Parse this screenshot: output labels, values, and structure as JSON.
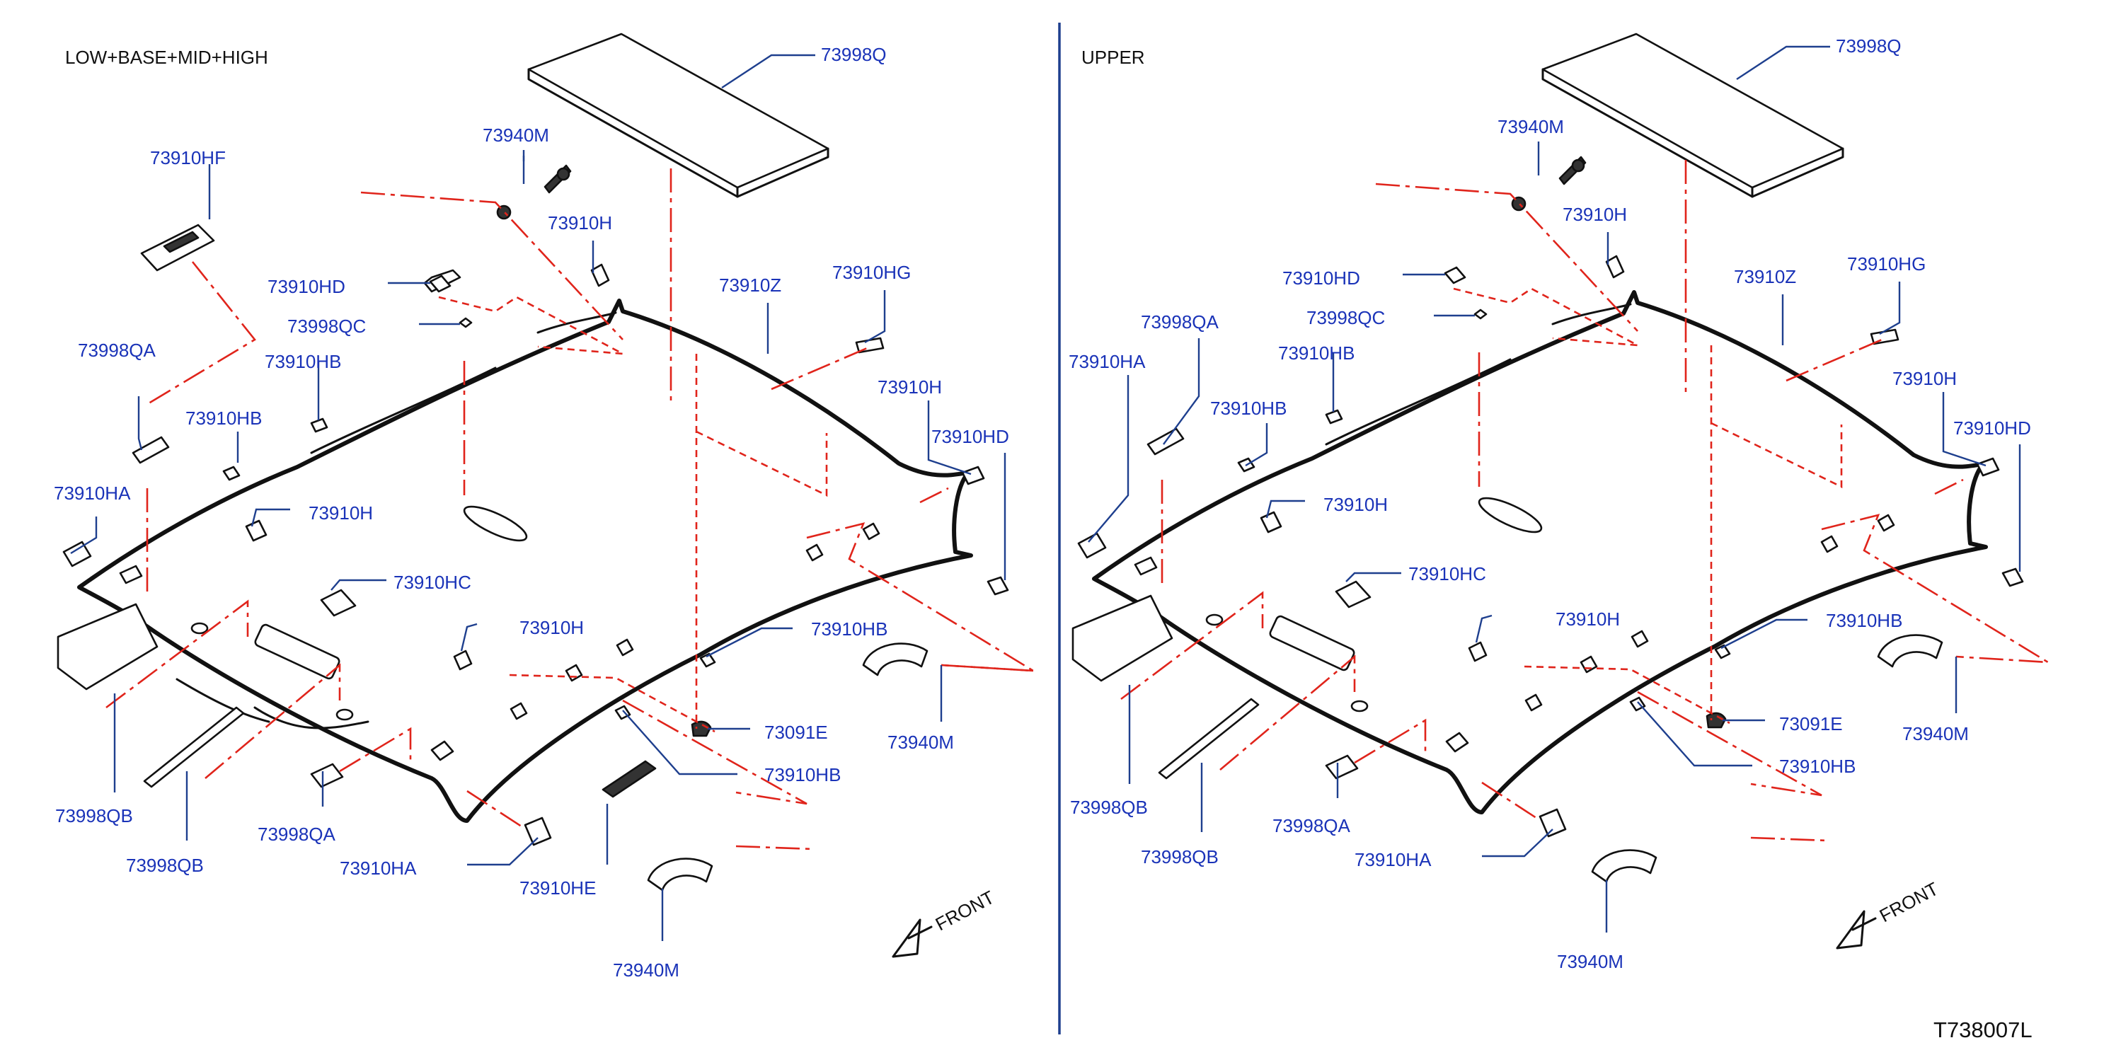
{
  "diagram_code": "T738007L",
  "front_label": "FRONT",
  "panels": {
    "left": {
      "title": "LOW+BASE+MID+HIGH",
      "labels": {
        "l_73998Q": "73998Q",
        "l_73940M_top": "73940M",
        "l_73910HF": "73910HF",
        "l_73910H_top": "73910H",
        "l_73910Z": "73910Z",
        "l_73910HG": "73910HG",
        "l_73910HD_top": "73910HD",
        "l_73998QC": "73998QC",
        "l_73998QA_top": "73998QA",
        "l_73910HB_a": "73910HB",
        "l_73910HB_b": "73910HB",
        "l_73910H_right": "73910H",
        "l_73910HD_right": "73910HD",
        "l_73910HA_top": "73910HA",
        "l_73910H_mid": "73910H",
        "l_73910HC": "73910HC",
        "l_73910H_low": "73910H",
        "l_73910HB_right": "73910HB",
        "l_73091E": "73091E",
        "l_73940M_right": "73940M",
        "l_73910HB_low": "73910HB",
        "l_73998QB_a": "73998QB",
        "l_73998QB_b": "73998QB",
        "l_73998QA_low": "73998QA",
        "l_73910HA_low": "73910HA",
        "l_73910HE": "73910HE",
        "l_73940M_bottom": "73940M"
      }
    },
    "right": {
      "title": "UPPER",
      "labels": {
        "r_73998Q": "73998Q",
        "r_73940M_top": "73940M",
        "r_73910H_top": "73910H",
        "r_73910Z": "73910Z",
        "r_73910HG": "73910HG",
        "r_73910HD_top": "73910HD",
        "r_73998QC": "73998QC",
        "r_73998QA_top": "73998QA",
        "r_73910HA_top": "73910HA",
        "r_73910HB_a": "73910HB",
        "r_73910HB_b": "73910HB",
        "r_73910H_right": "73910H",
        "r_73910HD_right": "73910HD",
        "r_73910H_mid": "73910H",
        "r_73910HC": "73910HC",
        "r_73910H_low": "73910H",
        "r_73910HB_right": "73910HB",
        "r_73091E": "73091E",
        "r_73940M_right": "73940M",
        "r_73910HB_low": "73910HB",
        "r_73998QB_a": "73998QB",
        "r_73998QB_b": "73998QB",
        "r_73998QA_low": "73998QA",
        "r_73910HA_low": "73910HA",
        "r_73940M_bottom": "73940M"
      }
    }
  }
}
